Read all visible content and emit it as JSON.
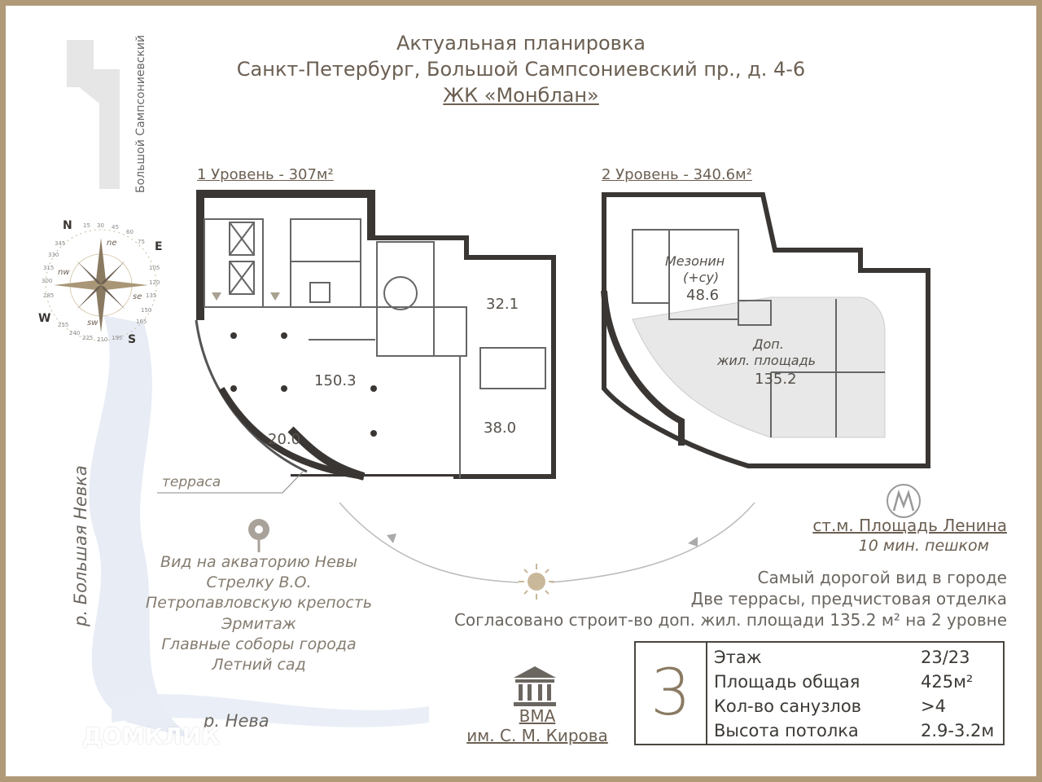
{
  "header": {
    "line1": "Актуальная планировка",
    "line2": "Санкт-Петербург, Большой Сампсониевский пр., д. 4-6",
    "line3": "ЖК «Монблан»"
  },
  "street_label": "Большой Сампсониевский",
  "level1": {
    "title": "1 Уровень - 307м²",
    "rooms": [
      "32.1",
      "150.3",
      "20.0",
      "38.0"
    ],
    "terrace": "терраса"
  },
  "level2": {
    "title": "2 Уровень - 340.6м²",
    "mezzanine": [
      "Мезонин",
      "(+су)",
      "48.6"
    ],
    "extra": [
      "Доп.",
      "жил. площадь",
      "135.2"
    ]
  },
  "compass": {
    "letters": [
      "N",
      "E",
      "S",
      "W",
      "ne",
      "se",
      "sw",
      "nw"
    ],
    "degrees": [
      "15",
      "30",
      "45",
      "60",
      "75",
      "105",
      "120",
      "135",
      "150",
      "165",
      "195",
      "210",
      "225",
      "240",
      "255",
      "285",
      "300",
      "315",
      "330",
      "345"
    ]
  },
  "metro": {
    "name": "ст.м. Площадь Ленина",
    "walk": "10 мин. пешком"
  },
  "views": [
    "Вид на акваторию Невы",
    "Стрелку В.О.",
    "Петропавловскую крепость",
    "Эрмитаж",
    "Главные соборы города",
    "Летний сад"
  ],
  "features": [
    "Самый дорогой вид в городе",
    "Двe террасы, предчистовая отделка",
    "Согласовано строит-во доп. жил. площади 135.2 м² на 2 уровне"
  ],
  "rivers": {
    "big_neva": "р. Большая Невка",
    "neva": "р. Нева"
  },
  "vma": {
    "name": "ВМА",
    "sub": "им. С. М. Кирова"
  },
  "info": {
    "rooms": "3",
    "rows": [
      {
        "label": "Этаж",
        "value": "23/23"
      },
      {
        "label": "Площадь общая",
        "value": "425м²"
      },
      {
        "label": "Кол-во санузлов",
        "value": ">4"
      },
      {
        "label": "Высота потолка",
        "value": "2.9-3.2м"
      }
    ]
  },
  "watermark": "ДОМКЛИК",
  "colors": {
    "frame": "#b09a78",
    "wall": "#3a3633",
    "accent": "#8a7a62",
    "river": "#dfe6f2"
  }
}
